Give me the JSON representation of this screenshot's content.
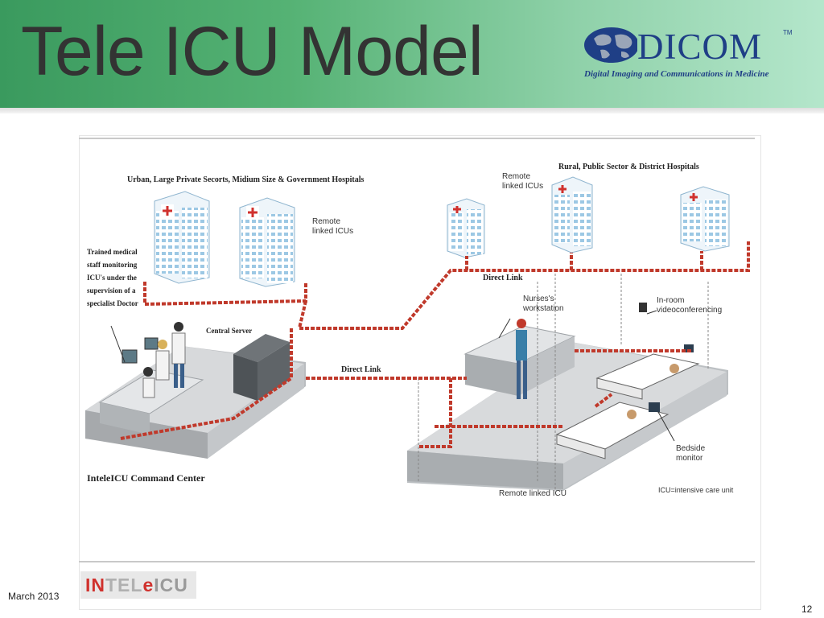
{
  "slide": {
    "title": "Tele ICU Model",
    "footer_date": "March 2013",
    "page_number": "12"
  },
  "logo": {
    "wordmark": "DICOM",
    "trademark": "TM",
    "tagline": "Digital Imaging and Communications in Medicine",
    "color": "#1f3f86"
  },
  "diagram": {
    "label_urban": "Urban, Large Private Secorts, Midium Size & Government Hospitals",
    "label_rural": "Rural, Public Sector & District Hospitals",
    "label_remote_left": "Remote linked ICUs",
    "label_remote_right": "Remote linked ICUs",
    "label_trained": "Trained medical staff monitoring ICU's under the supervision of a specialist Doctor",
    "label_central_server": "Central Server",
    "label_direct_link_top": "Direct Link",
    "label_direct_link_mid": "Direct Link",
    "label_nurses": "Nurses's workstation",
    "label_inroom": "In-room videoconferencing",
    "label_bedside": "Bedside monitor",
    "label_command_center": "InteleICU Command Center",
    "label_remote_icu": "Remote linked ICU",
    "label_icu_def": "ICU=intensive care unit",
    "link_color": "#c0392b"
  },
  "brand": {
    "part1": "IN",
    "part2": "TEL",
    "part3": "e",
    "part4": "ICU"
  }
}
